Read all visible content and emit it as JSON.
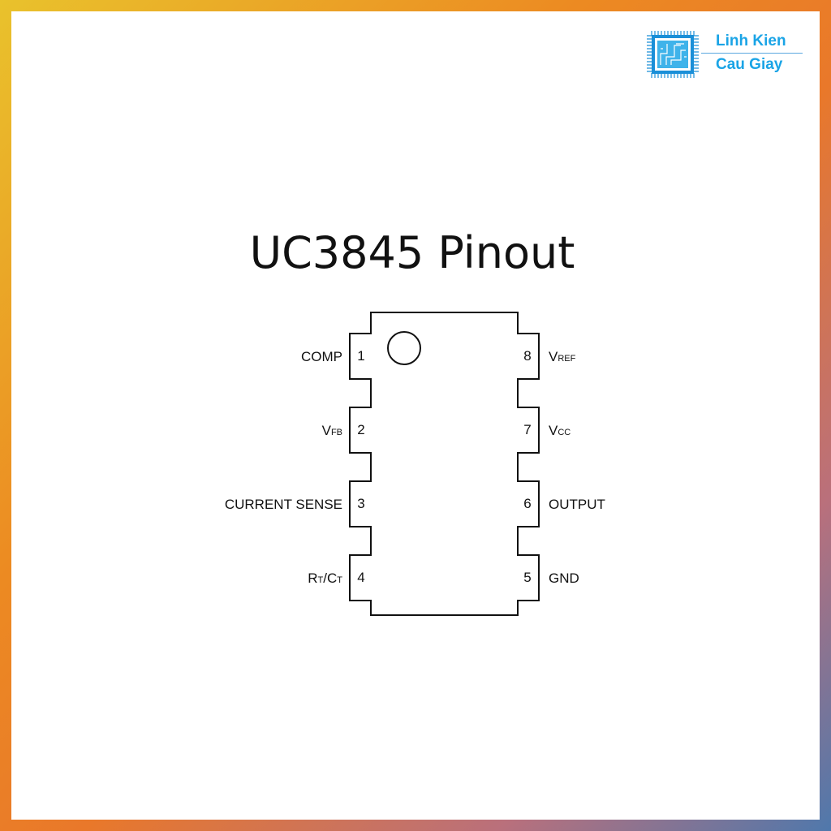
{
  "title": "UC3845 Pinout",
  "brand": {
    "line1": "Linh Kien",
    "line2": "Cau Giay",
    "color": "#1aa4e6",
    "icon": "circuit-chip-icon"
  },
  "pins_left": [
    {
      "num": "1",
      "main": "COMP",
      "sub": ""
    },
    {
      "num": "2",
      "main": "V",
      "sub": "FB"
    },
    {
      "num": "3",
      "main": "CURRENT SENSE",
      "sub": ""
    },
    {
      "num": "4",
      "main": "R",
      "sub": "T",
      "main2": "/C",
      "sub2": "T"
    }
  ],
  "pins_right": [
    {
      "num": "8",
      "main": "V",
      "sub": "REF"
    },
    {
      "num": "7",
      "main": "V",
      "sub": "CC"
    },
    {
      "num": "6",
      "main": "OUTPUT",
      "sub": ""
    },
    {
      "num": "5",
      "main": "GND",
      "sub": ""
    }
  ]
}
